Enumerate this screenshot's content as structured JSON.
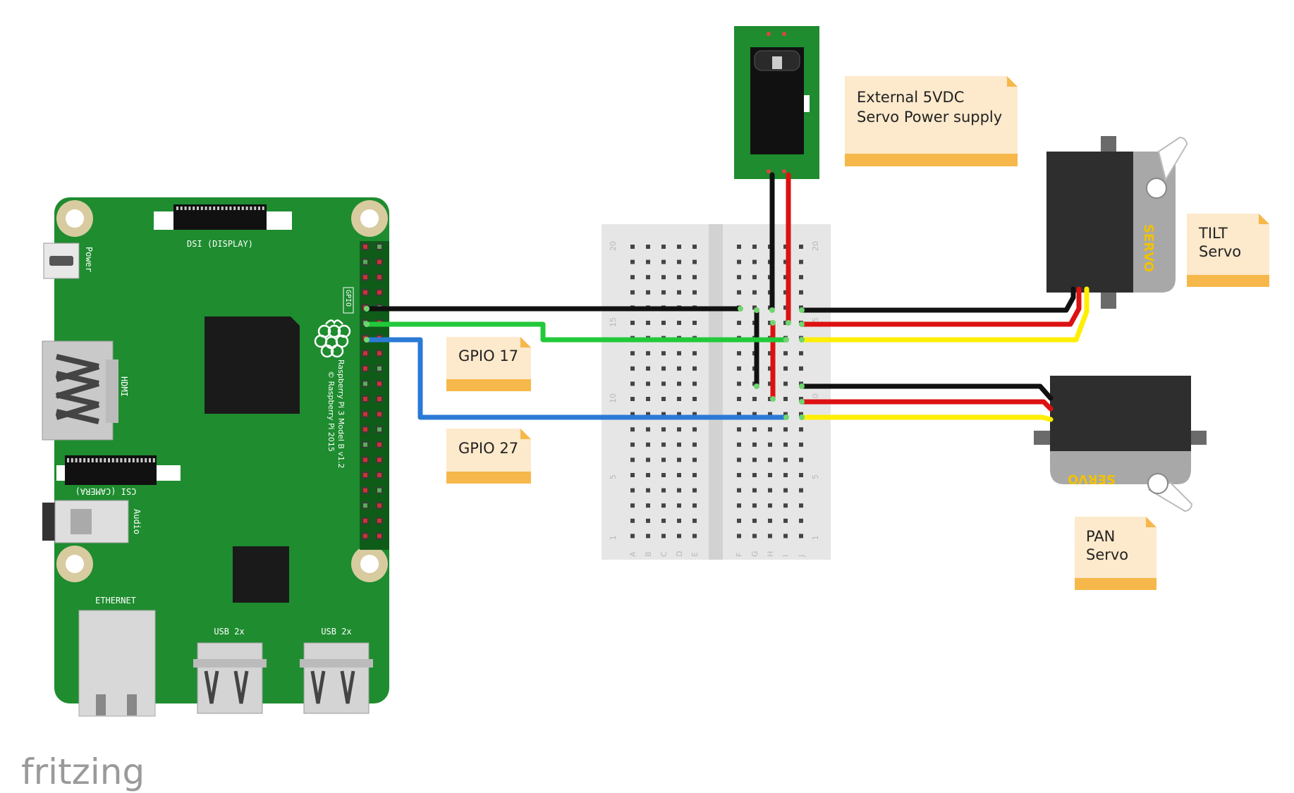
{
  "diagram": {
    "tool_logo": "fritzing",
    "board": {
      "model_text": "Raspberry Pi 3 Model B v1.2",
      "copyright_text": "© Raspberry Pi 2015",
      "labels": {
        "dsi": "DSI (DISPLAY)",
        "csi": "CSI (CAMERA)",
        "power": "Power",
        "hdmi": "HDMI",
        "audio": "Audio",
        "gpio": "GPIO",
        "ethernet": "ETHERNET",
        "usb1": "USB 2x",
        "usb2": "USB 2x"
      }
    },
    "breadboard": {
      "row_numbers": [
        "20",
        "15",
        "10",
        "5",
        "1"
      ],
      "column_letters_left": [
        "A",
        "B",
        "C",
        "D",
        "E"
      ],
      "column_letters_right": [
        "F",
        "G",
        "H",
        "I",
        "J"
      ]
    },
    "servo_body_label": "SERVO",
    "notes": [
      {
        "id": "power",
        "lines": [
          "External 5VDC",
          "Servo Power supply"
        ]
      },
      {
        "id": "gpio17",
        "lines": [
          "GPIO 17"
        ]
      },
      {
        "id": "gpio27",
        "lines": [
          "GPIO 27"
        ]
      },
      {
        "id": "tilt",
        "lines": [
          "TILT",
          "Servo"
        ]
      },
      {
        "id": "pan",
        "lines": [
          "PAN",
          "Servo"
        ]
      }
    ],
    "colors": {
      "board_green": "#1e8c2f",
      "note_fill": "#fde9cc",
      "note_band": "#f6b84a",
      "wire_black": "#111111",
      "wire_red": "#dd1111",
      "wire_green": "#22c93a",
      "wire_blue": "#2a7ad6",
      "wire_yellow": "#ffee00",
      "servo_dark": "#2e2e2e",
      "servo_gray": "#a8a8a8"
    }
  }
}
